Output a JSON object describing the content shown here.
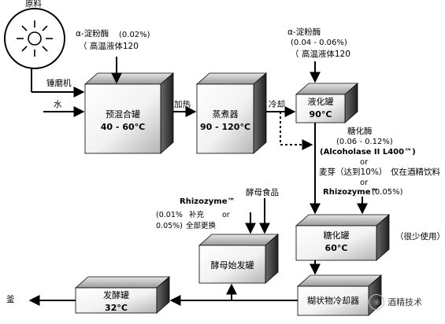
{
  "raw_material": {
    "label": "原料"
  },
  "hammer_mill": "锤磨机",
  "water": "水",
  "heating": "加热",
  "cooling": "冷却",
  "kettle": "釜",
  "amylase_top": {
    "name": "α-淀粉酶",
    "dose": "(0.02%)",
    "product": "（ 高温液体120"
  },
  "amylase_right": {
    "name": "α-淀粉酶",
    "dose": "(0.04 - 0.06%)",
    "product": "（ 高温液体120"
  },
  "boxes": {
    "premix": {
      "title": "预混合罐",
      "temp": "40 - 60°C"
    },
    "cooker": {
      "title": "蒸煮器",
      "temp": "90 - 120°C"
    },
    "liquefaction": {
      "title": "液化罐",
      "temp": "90°C"
    },
    "saccharification": {
      "title": "糖化罐",
      "temp": "60°C"
    },
    "mash_cooler": {
      "title": "糊状物冷却器"
    },
    "yeast_starter": {
      "title": "酵母始发罐"
    },
    "fermenter": {
      "title": "发酵罐",
      "temp": "32°C"
    }
  },
  "saccharifying_enzyme": {
    "title": "糖化酶",
    "dose": "(0.06 - 0.12%)",
    "product": "(Alcoholase II L400™)",
    "or1": "or",
    "malt": "麦芽（达到10%）",
    "or2": "or",
    "rhizozyme": "Rhizozyme™",
    "rhizozyme_dose": "(0.05%)",
    "note_alcohol": "仅在酒精饮料",
    "rarely_used": "（很少使用）"
  },
  "yeast_inputs": {
    "rhizozyme": "Rhizozyme™",
    "line1_pct": "(0.01%",
    "line1_text": "补充",
    "line1_or": "or",
    "line2_pct": "0.05%)",
    "line2_text": "全部更换",
    "yeast_food": "酵母食品"
  },
  "watermark": "酒精技术"
}
